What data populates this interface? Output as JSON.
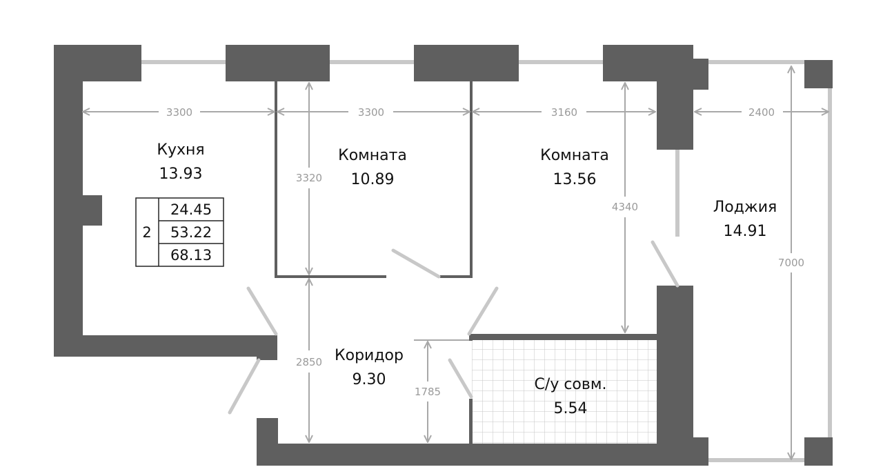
{
  "rooms": {
    "kitchen": {
      "name": "Кухня",
      "area": "13.93"
    },
    "room1": {
      "name": "Комната",
      "area": "10.89"
    },
    "room2": {
      "name": "Комната",
      "area": "13.56"
    },
    "loggia": {
      "name": "Лоджия",
      "area": "14.91"
    },
    "corridor": {
      "name": "Коридор",
      "area": "9.30"
    },
    "bathroom": {
      "name": "С/у совм.",
      "area": "5.54"
    }
  },
  "dimensions": {
    "kitchen_width": "3300",
    "room1_width": "3300",
    "room2_width": "3160",
    "loggia_width": "2400",
    "room1_depth": "3320",
    "room2_depth": "4340",
    "loggia_length": "7000",
    "corridor_depth": "2850",
    "bath_depth": "1785"
  },
  "summary": {
    "rooms_count": "2",
    "living_area": "24.45",
    "total_area": "53.22",
    "total_with_loggia": "68.13"
  },
  "colors": {
    "wall": "#5f5f5f",
    "window": "#c8c8c8",
    "dimension": "#a8a8a8",
    "tile_line": "#c4c4c4"
  }
}
